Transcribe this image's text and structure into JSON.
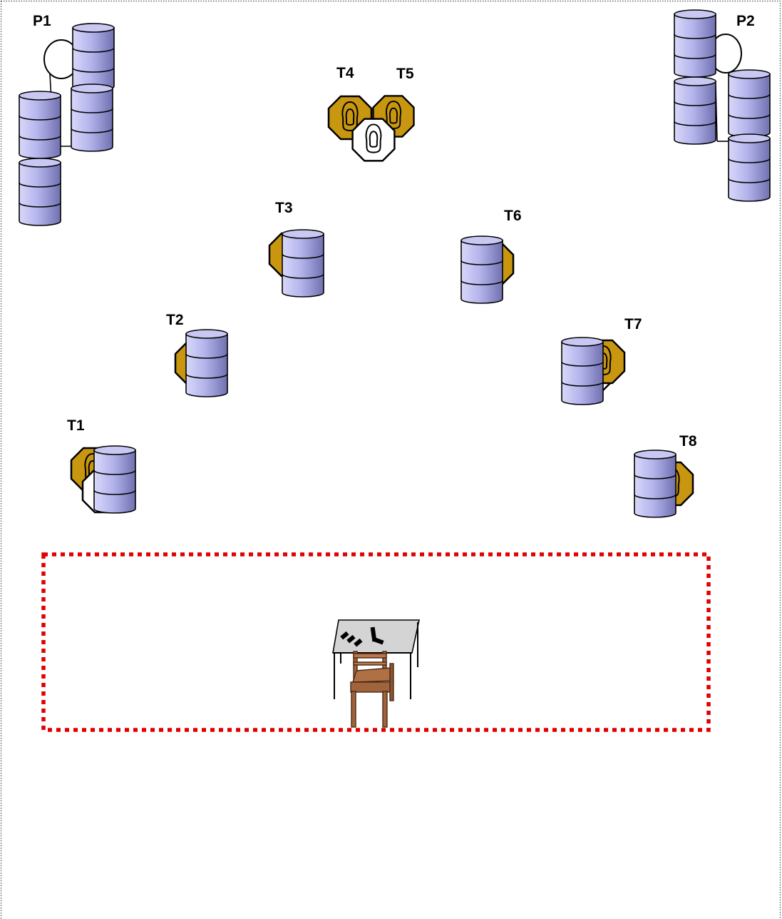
{
  "labels": {
    "p1": "P1",
    "p2": "P2",
    "t1": "T1",
    "t2": "T2",
    "t3": "T3",
    "t4": "T4",
    "t5": "T5",
    "t6": "T6",
    "t7": "T7",
    "t8": "T8"
  },
  "colors": {
    "barrel_fill": "#b4b4ec",
    "barrel_dark": "#7878b8",
    "target_shoot": "#c9970f",
    "target_noshoot": "#ffffff",
    "fault_line": "#e00000",
    "table_top": "#d4d4d4",
    "chair_wood": "#a0643c",
    "border": "#555555"
  },
  "icons": {
    "barrel": "oil-drum-icon",
    "shoot_target": "octagon-steel-target-icon",
    "no_shoot_target": "white-no-shoot-target-icon",
    "port": "round-port-icon",
    "table": "table-icon",
    "chair": "chair-icon",
    "gun": "pistol-icon",
    "magazine": "magazine-icon"
  }
}
